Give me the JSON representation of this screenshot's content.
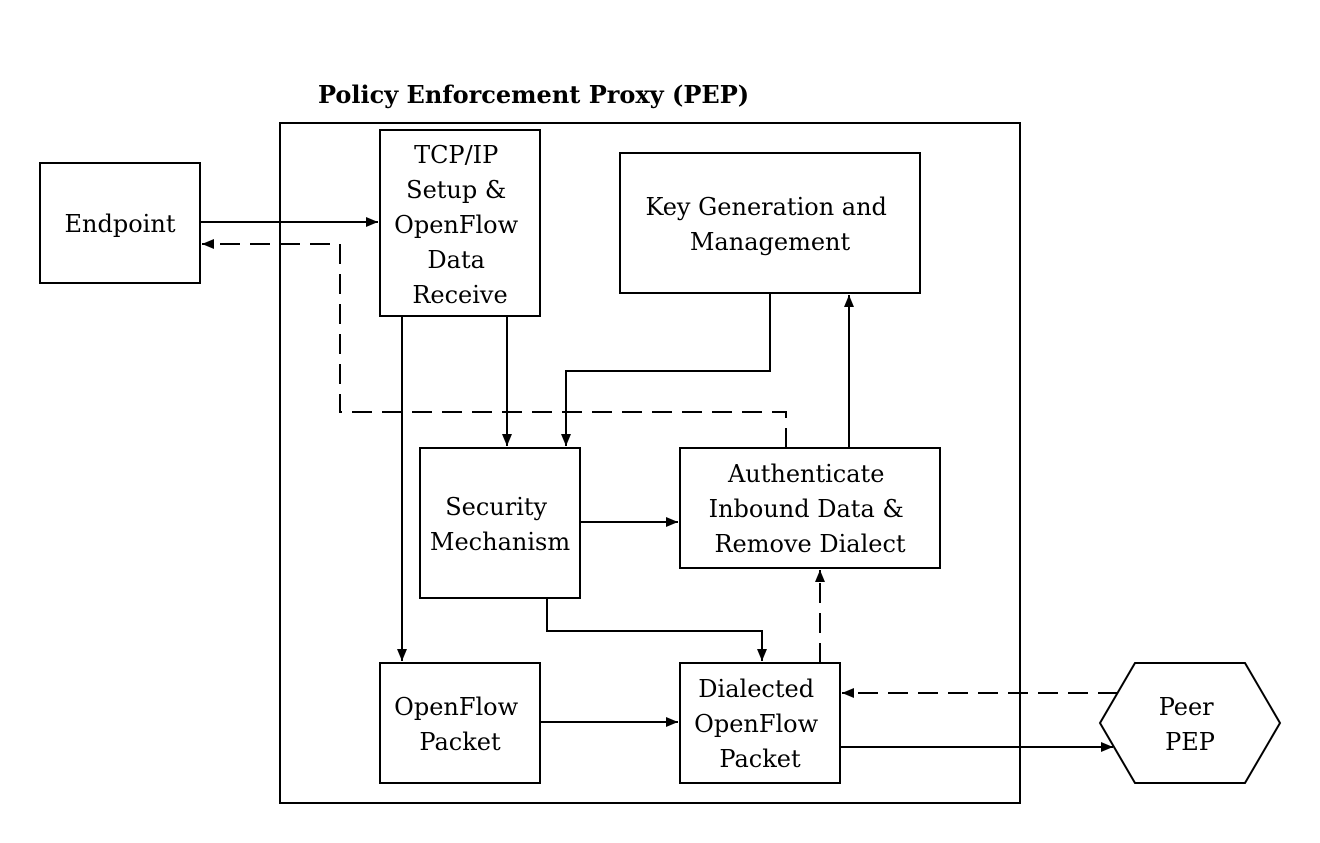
{
  "title": "Policy Enforcement Proxy (PEP)",
  "nodes": {
    "endpoint": [
      "Endpoint"
    ],
    "tcp": [
      "TCP/IP",
      "Setup &",
      "OpenFlow",
      "Data",
      "Receive"
    ],
    "keygen": [
      "Key Generation and",
      "Management"
    ],
    "security": [
      "Security",
      "Mechanism"
    ],
    "auth": [
      "Authenticate",
      "Inbound Data &",
      "Remove Dialect"
    ],
    "ofpacket": [
      "OpenFlow",
      "Packet"
    ],
    "dialected": [
      "Dialected",
      "OpenFlow",
      "Packet"
    ],
    "peer": [
      "Peer",
      "PEP"
    ]
  },
  "edges": [
    {
      "from": "endpoint",
      "to": "tcp",
      "style": "solid"
    },
    {
      "from": "auth",
      "to": "endpoint",
      "style": "dashed"
    },
    {
      "from": "tcp",
      "to": "security",
      "style": "solid"
    },
    {
      "from": "tcp",
      "to": "ofpacket",
      "style": "solid"
    },
    {
      "from": "keygen",
      "to": "security",
      "style": "solid"
    },
    {
      "from": "auth",
      "to": "keygen",
      "style": "solid"
    },
    {
      "from": "security",
      "to": "auth",
      "style": "solid"
    },
    {
      "from": "security",
      "to": "dialected",
      "style": "solid"
    },
    {
      "from": "ofpacket",
      "to": "dialected",
      "style": "solid"
    },
    {
      "from": "dialected",
      "to": "auth",
      "style": "dashed"
    },
    {
      "from": "peer",
      "to": "dialected",
      "style": "dashed"
    },
    {
      "from": "dialected",
      "to": "peer",
      "style": "solid"
    }
  ]
}
